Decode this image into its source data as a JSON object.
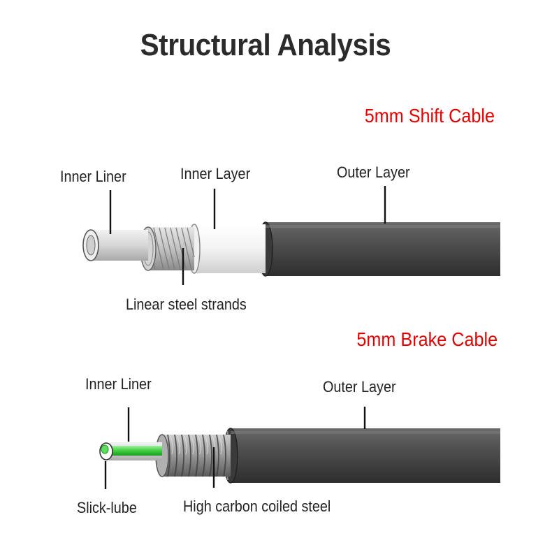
{
  "title": "Structural Analysis",
  "shift_cable": {
    "heading": "5mm Shift Cable",
    "labels": {
      "inner_liner": "Inner Liner",
      "inner_layer": "Inner Layer",
      "outer_layer": "Outer Layer",
      "steel_strands": "Linear steel strands"
    }
  },
  "brake_cable": {
    "heading": "5mm Brake Cable",
    "labels": {
      "inner_liner": "Inner Liner",
      "outer_layer": "Outer Layer",
      "slick_lube": "Slick-lube",
      "coiled_steel": "High carbon coiled steel"
    }
  },
  "colors": {
    "heading_red": "#e00000",
    "outer_jacket": "#4a4a4a",
    "inner_layer": "#f2f2f2",
    "steel": "#bdbdbd",
    "lube_green": "#3ecf3e"
  }
}
